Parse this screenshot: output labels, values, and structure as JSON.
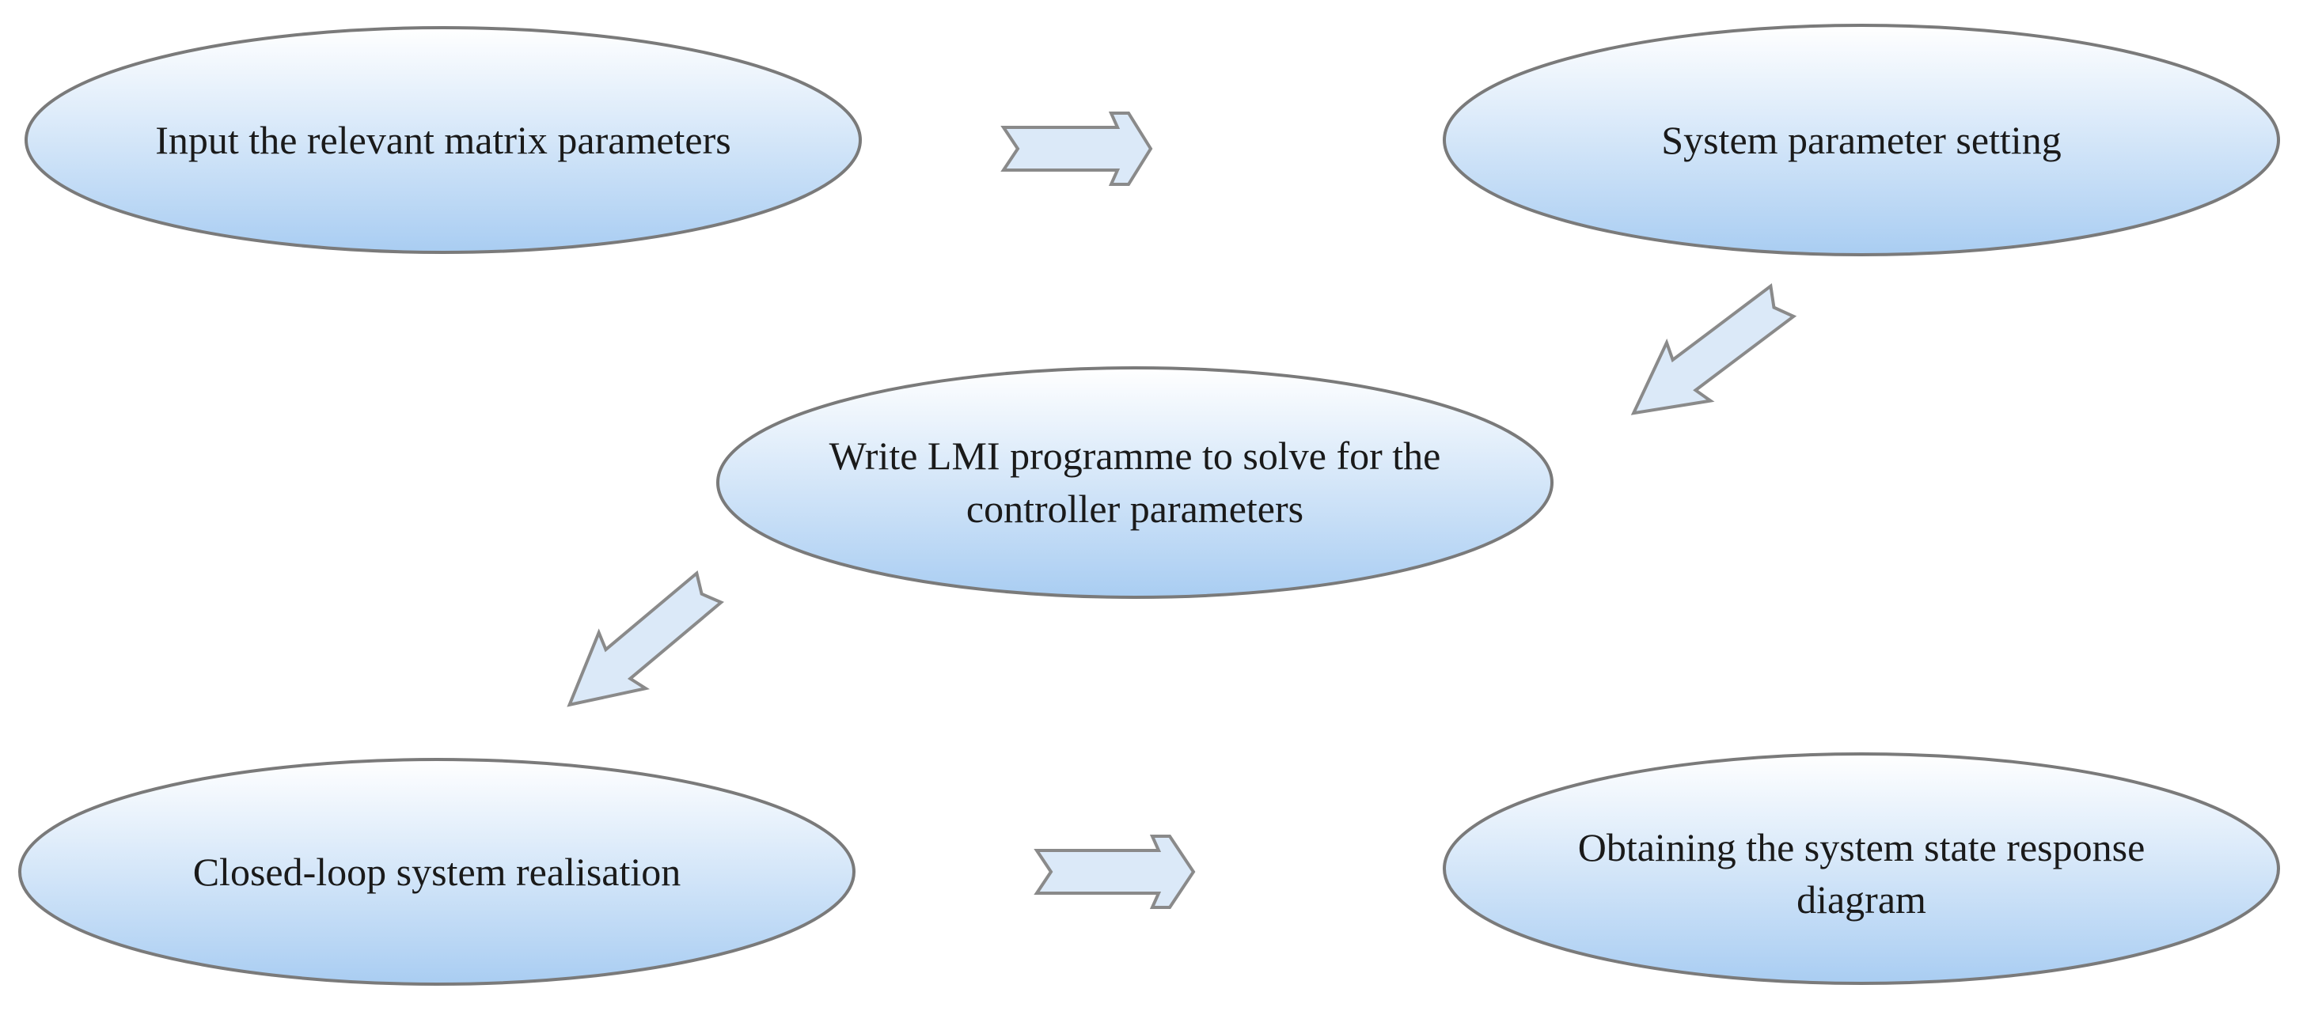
{
  "nodes": [
    {
      "id": "input-matrix",
      "lines": [
        "Input the relevant matrix parameters"
      ]
    },
    {
      "id": "system-param",
      "lines": [
        "System parameter setting"
      ]
    },
    {
      "id": "write-lmi",
      "lines": [
        "Write LMI programme to solve for the",
        "controller parameters"
      ]
    },
    {
      "id": "closed-loop",
      "lines": [
        "Closed-loop system realisation"
      ]
    },
    {
      "id": "obtain-response",
      "lines": [
        "Obtaining the system state response",
        "diagram"
      ]
    }
  ],
  "colors": {
    "node_fill_top": "#ffffff",
    "node_fill_bottom": "#a9cdf2",
    "node_stroke": "#7a7a7a",
    "arrow_fill": "#dbe9f8",
    "arrow_stroke": "#8a8a8a",
    "text": "#1a1a1a"
  }
}
